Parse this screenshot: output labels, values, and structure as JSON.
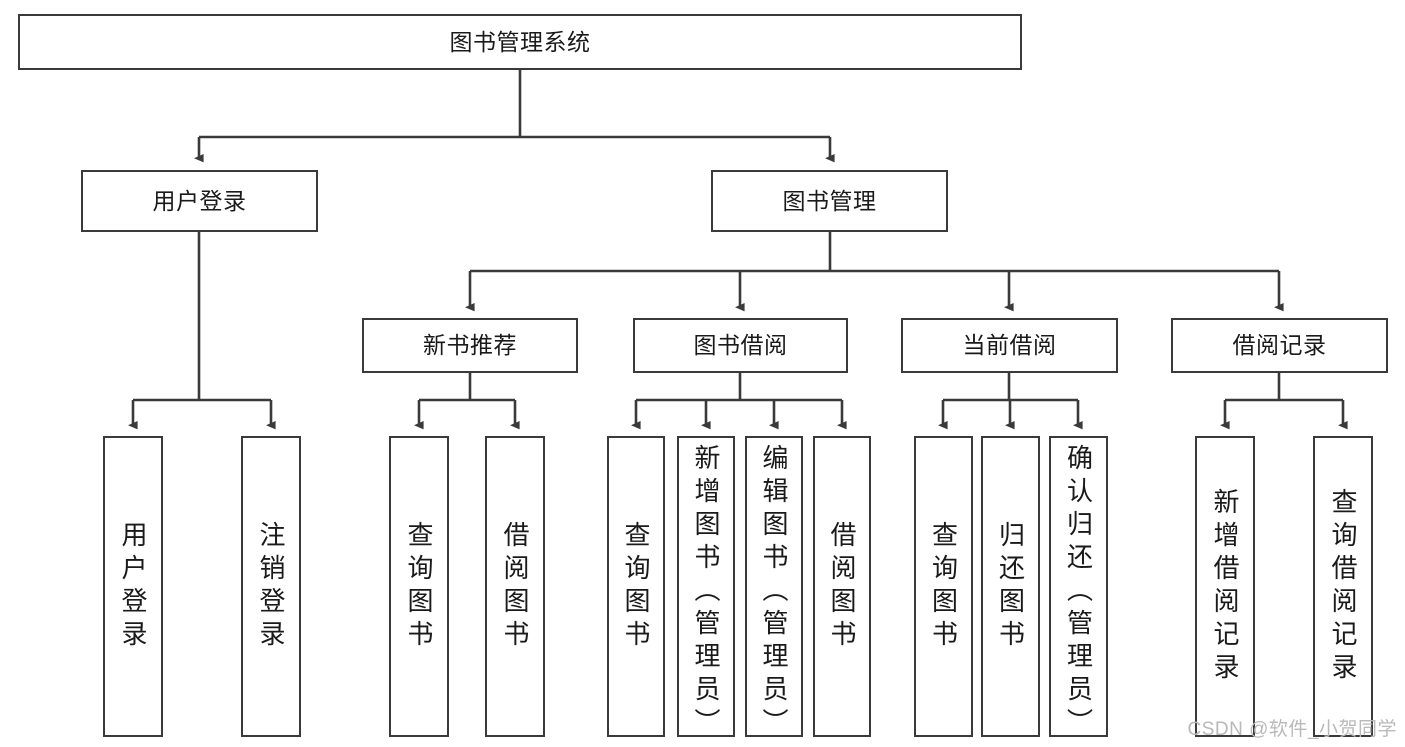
{
  "diagram": {
    "title": "图书管理系统",
    "type": "hierarchy-tree",
    "levels": 4,
    "colors": {
      "stroke": "#3a3a3a",
      "fill": "#ffffff",
      "text": "#1a1a1a",
      "watermark": "#b9b9b9"
    },
    "nodes": {
      "root": {
        "label": "图书管理系统"
      },
      "level2": [
        {
          "label": "用户登录"
        },
        {
          "label": "图书管理"
        }
      ],
      "level3": [
        {
          "label": "新书推荐"
        },
        {
          "label": "图书借阅"
        },
        {
          "label": "当前借阅"
        },
        {
          "label": "借阅记录"
        }
      ],
      "leaves_user_login": [
        {
          "label": "用户登录"
        },
        {
          "label": "注销登录"
        }
      ],
      "leaves_new_book": [
        {
          "label": "查询图书"
        },
        {
          "label": "借阅图书"
        }
      ],
      "leaves_borrow": [
        {
          "label": "查询图书"
        },
        {
          "label": "新增图书（管理员）"
        },
        {
          "label": "编辑图书（管理员）"
        },
        {
          "label": "借阅图书"
        }
      ],
      "leaves_current": [
        {
          "label": "查询图书"
        },
        {
          "label": "归还图书"
        },
        {
          "label": "确认归还（管理员）"
        }
      ],
      "leaves_records": [
        {
          "label": "新增借阅记录"
        },
        {
          "label": "查询借阅记录"
        }
      ]
    }
  },
  "watermark": {
    "text": "CSDN @软件_小贺同学"
  }
}
